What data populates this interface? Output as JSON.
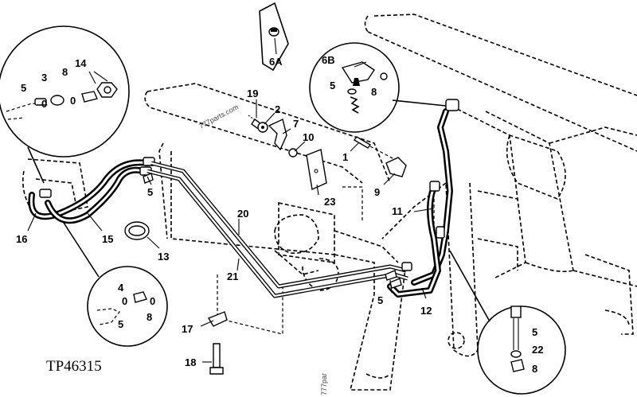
{
  "figure_id": "TP46315",
  "watermarks": [
    "777parts.com",
    "777par"
  ],
  "callouts": {
    "c1": "1",
    "c2": "2",
    "c3": "3",
    "c4": "4",
    "c5a": "5",
    "c5b": "5",
    "c5c": "5",
    "c5d": "5",
    "c5e": "5",
    "c5f": "5",
    "c6A": "6A",
    "c6B": "6B",
    "c7": "7",
    "c8a": "8",
    "c8b": "8",
    "c8c": "8",
    "c8d": "8",
    "c9": "9",
    "c10": "10",
    "c11": "11",
    "c12": "12",
    "c13": "13",
    "c14": "14",
    "c15": "15",
    "c16": "16",
    "c17": "17",
    "c18": "18",
    "c19": "19",
    "c20": "20",
    "c21": "21",
    "c22": "22",
    "c23": "23"
  }
}
